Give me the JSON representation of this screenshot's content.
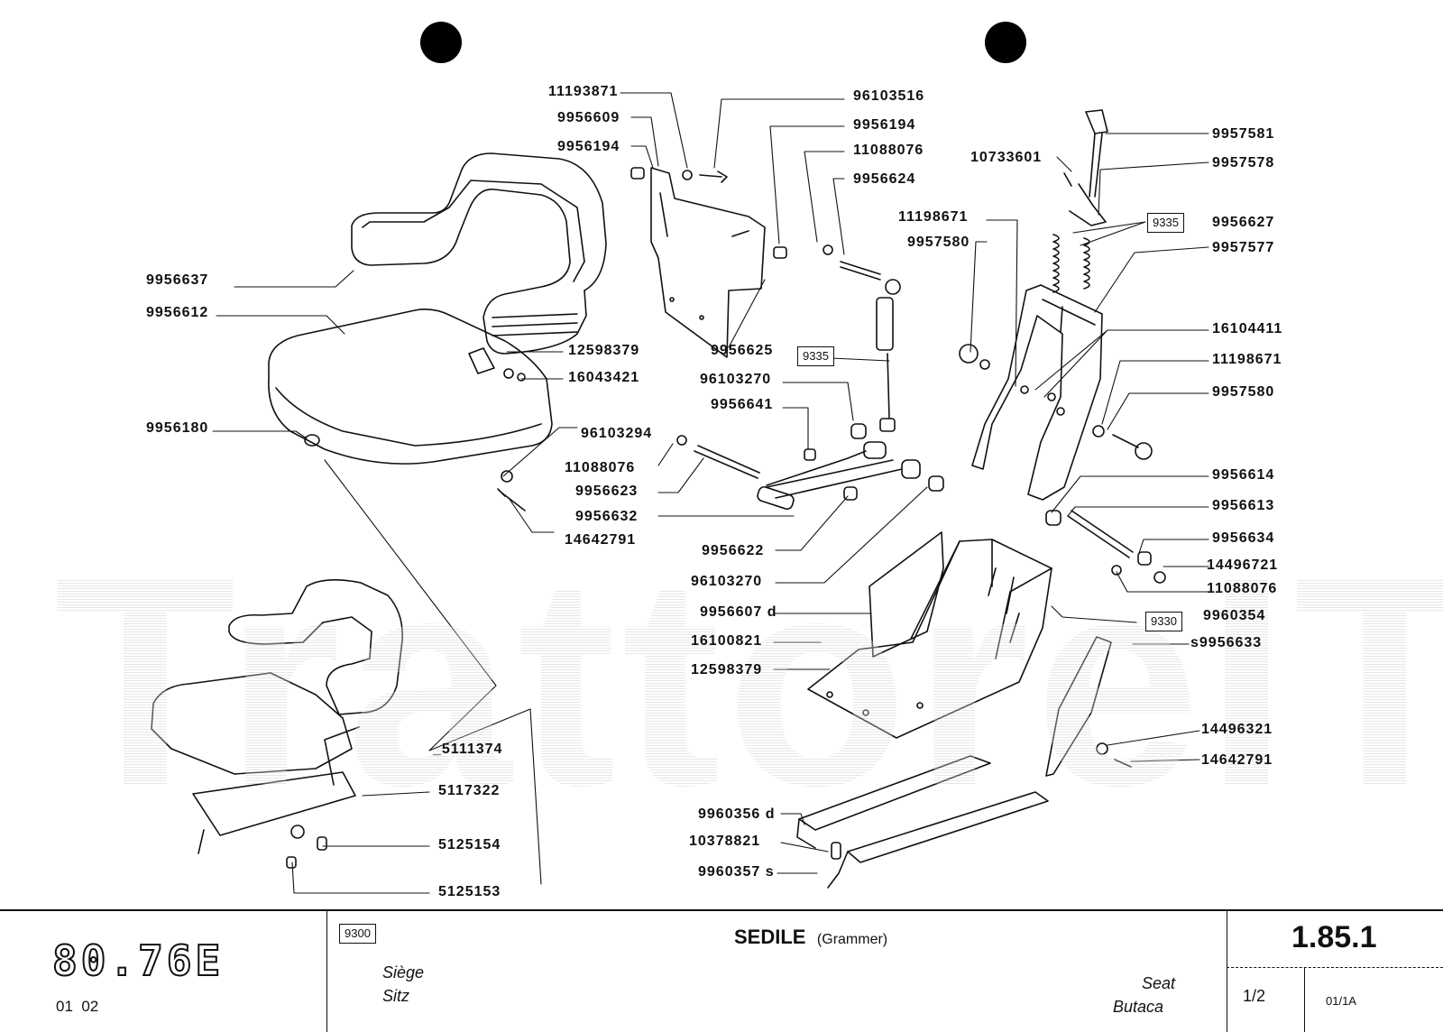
{
  "callouts": [
    {
      "id": "c1",
      "text": "11193871"
    },
    {
      "id": "c2",
      "text": "9956609"
    },
    {
      "id": "c3",
      "text": "9956194"
    },
    {
      "id": "c4",
      "text": "96103516"
    },
    {
      "id": "c5",
      "text": "9956194"
    },
    {
      "id": "c6",
      "text": "11088076"
    },
    {
      "id": "c7",
      "text": "9956624"
    },
    {
      "id": "c8",
      "text": "10733601"
    },
    {
      "id": "c9",
      "text": "9957581"
    },
    {
      "id": "c10",
      "text": "9957578"
    },
    {
      "id": "c11",
      "text": "11198671"
    },
    {
      "id": "c12",
      "text": "9957580"
    },
    {
      "id": "c13",
      "text": "9956627"
    },
    {
      "id": "c14",
      "text": "9957577"
    },
    {
      "id": "c15",
      "text": "9956637"
    },
    {
      "id": "c16",
      "text": "9956612"
    },
    {
      "id": "c17",
      "text": "12598379"
    },
    {
      "id": "c18",
      "text": "16043421"
    },
    {
      "id": "c19",
      "text": "9956625"
    },
    {
      "id": "c20",
      "text": "96103270"
    },
    {
      "id": "c21",
      "text": "9956641"
    },
    {
      "id": "c22",
      "text": "16104411"
    },
    {
      "id": "c23",
      "text": "11198671"
    },
    {
      "id": "c24",
      "text": "9957580"
    },
    {
      "id": "c25",
      "text": "9956180"
    },
    {
      "id": "c26",
      "text": "96103294"
    },
    {
      "id": "c27",
      "text": "11088076"
    },
    {
      "id": "c28",
      "text": "9956623"
    },
    {
      "id": "c29",
      "text": "9956632"
    },
    {
      "id": "c30",
      "text": "14642791"
    },
    {
      "id": "c31",
      "text": "9956614"
    },
    {
      "id": "c32",
      "text": "9956613"
    },
    {
      "id": "c33",
      "text": "9956622"
    },
    {
      "id": "c34",
      "text": "96103270"
    },
    {
      "id": "c35",
      "text": "9956634"
    },
    {
      "id": "c36",
      "text": "14496721"
    },
    {
      "id": "c37",
      "text": "11088076"
    },
    {
      "id": "c38",
      "text": "9956607 d"
    },
    {
      "id": "c39",
      "text": "9960354"
    },
    {
      "id": "c40",
      "text": "16100821"
    },
    {
      "id": "c41",
      "text": "s9956633"
    },
    {
      "id": "c42",
      "text": "12598379"
    },
    {
      "id": "c43",
      "text": "_5111374"
    },
    {
      "id": "c44",
      "text": "5117322"
    },
    {
      "id": "c45",
      "text": "14496321"
    },
    {
      "id": "c46",
      "text": "14642791"
    },
    {
      "id": "c47",
      "text": "5125154"
    },
    {
      "id": "c48",
      "text": "9960356 d"
    },
    {
      "id": "c49",
      "text": "10378821"
    },
    {
      "id": "c50",
      "text": "9960357 s"
    },
    {
      "id": "c51",
      "text": "5125153"
    }
  ],
  "ref_boxes": {
    "box_9335_a": "9335",
    "box_9335_b": "9335",
    "box_9330": "9330"
  },
  "watermark": "TrattoreIT",
  "footer": {
    "model": "80.76E",
    "model_codes": "01  02",
    "group_box": "9300",
    "title": "SEDILE",
    "subtitle": "(Grammer)",
    "lang_fr": "Siège",
    "lang_de": "Sitz",
    "lang_en": "Seat",
    "lang_es": "Butaca",
    "page_ref": "1.85.1",
    "sheet": "1/2",
    "revision": "01/1A"
  }
}
